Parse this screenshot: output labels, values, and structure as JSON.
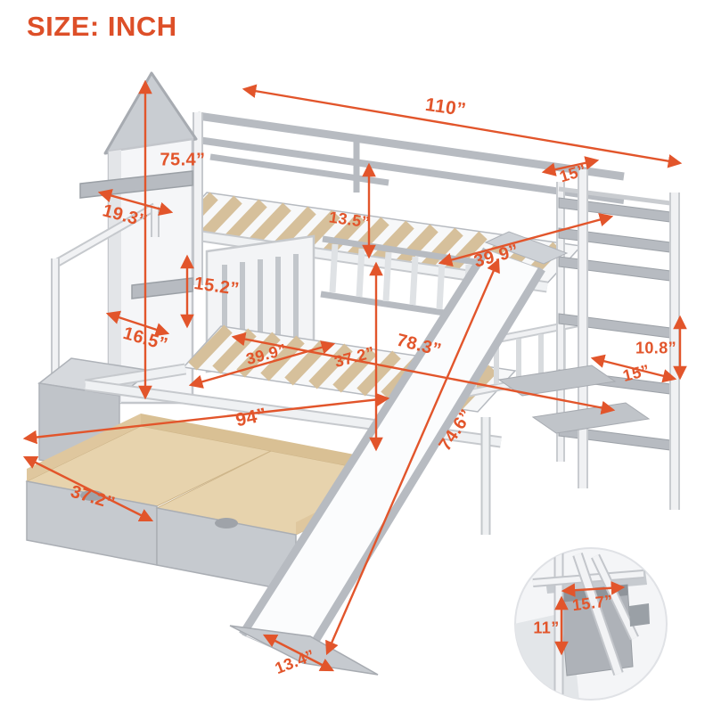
{
  "title": "SIZE: INCH",
  "colors": {
    "accent": "#E2552B",
    "frame_grey": "#b7bbc1",
    "wood": "#d6c09b"
  },
  "dims": {
    "overall_length": {
      "label": "110”"
    },
    "total_height": {
      "label": "75.4”"
    },
    "tower_shelf_depth": {
      "label": "19.3”"
    },
    "tower_shelf_height": {
      "label": "15.2”"
    },
    "step_depth": {
      "label": "16.5”"
    },
    "guardrail_height": {
      "label": "13.5”"
    },
    "top_end_width": {
      "label": "15”"
    },
    "top_bed_width": {
      "label": "39.9”"
    },
    "bed_length": {
      "label": "78.3”"
    },
    "bottom_bed_width": {
      "label": "39.9”"
    },
    "bottom_slat_width": {
      "label": "37.2”"
    },
    "base_length": {
      "label": "94”"
    },
    "slide_length": {
      "label": "74.6”"
    },
    "slide_end_width": {
      "label": "13.4”"
    },
    "shelf_gap": {
      "label": "10.8”"
    },
    "shelf_depth": {
      "label": "15”"
    },
    "drawer_width": {
      "label": "37.2”"
    },
    "detail_step_width": {
      "label": "15.7”"
    },
    "detail_step_height": {
      "label": "11”"
    }
  }
}
